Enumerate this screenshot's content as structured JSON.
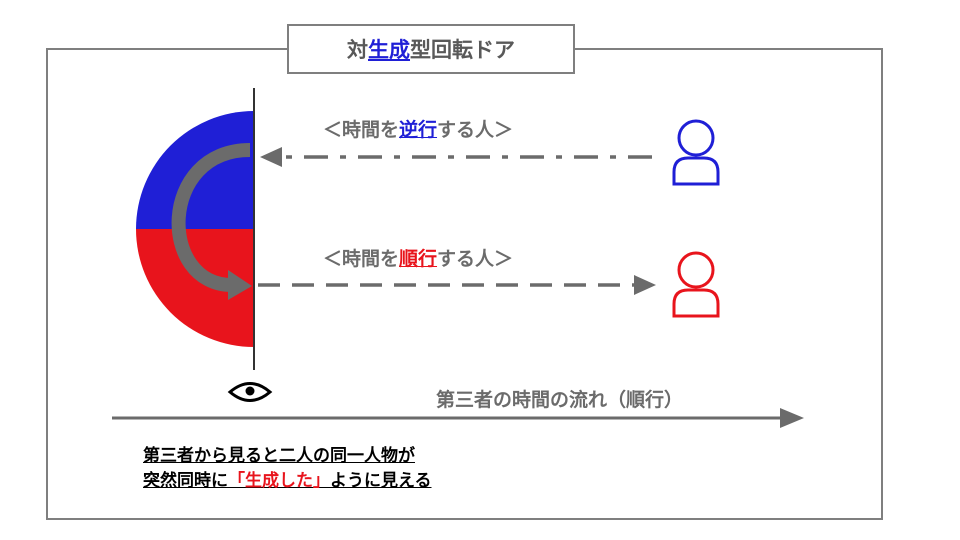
{
  "title": {
    "prefix": "対",
    "highlight": "生成",
    "suffix": "型回転ドア"
  },
  "reverse_label": {
    "prefix": "＜時間を",
    "highlight": "逆行",
    "suffix": "する人＞"
  },
  "forward_label": {
    "prefix": "＜時間を",
    "highlight": "順行",
    "suffix": "する人＞"
  },
  "timeline_label": "第三者の時間の流れ（順行）",
  "caption": {
    "line1": "第三者から見ると二人の同一人物が",
    "line2_prefix": "突然同時に",
    "line2_highlight": "「生成した」",
    "line2_suffix": "ように見える"
  },
  "colors": {
    "blue": "#1f1fd6",
    "red": "#e8141c",
    "gray": "#6b6b6b",
    "border": "#7f7f7f"
  },
  "icons": {
    "door": "semicircle-door-icon",
    "person_reverse": "person-outline-icon",
    "person_forward": "person-outline-icon",
    "observer": "eye-icon"
  }
}
